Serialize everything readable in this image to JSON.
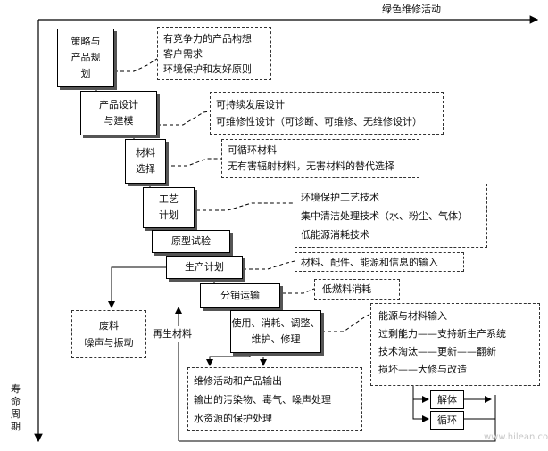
{
  "axes": {
    "top_label": "绿色维修活动",
    "left_label": "寿命周期"
  },
  "stages": [
    {
      "line1": "策略与",
      "line2": "产品规",
      "line3": "划"
    },
    {
      "line1": "产品设计",
      "line2": "与建模"
    },
    {
      "line1": "材料",
      "line2": "选择"
    },
    {
      "line1": "工艺",
      "line2": "计划"
    },
    {
      "line1": "原型试验"
    },
    {
      "line1": "生产计划"
    },
    {
      "line1": "分销运输"
    },
    {
      "line1": "使用、消耗、调整、",
      "line2": "维护、修理"
    }
  ],
  "notes": {
    "strategy": [
      "有竞争力的产品构想",
      "客户需求",
      "环境保护和友好原则"
    ],
    "design": [
      "可持续发展设计",
      "可维修性设计（可诊断、可维修、无维修设计）"
    ],
    "material": [
      "可循环材料",
      "无有害辐射材料，无害材料的替代选择"
    ],
    "process": [
      "环境保护工艺技术",
      "集中清洁处理技术（水、粉尘、气体）",
      "低能源消耗技术"
    ],
    "production": [
      "材料、配件、能源和信息的输入"
    ],
    "distribution": [
      "低燃料消耗"
    ],
    "usage": [
      "能源与材料输入",
      "过剩能力——支持新生产系统",
      "技术淘汰——更新——翻新",
      "损坏——大修与改造"
    ],
    "maintenance": [
      "维修活动和产品输出",
      "输出的污染物、毒气、噪声处理",
      "水资源的保护处理"
    ]
  },
  "waste": {
    "line1": "废料",
    "line2": "噪声与振动"
  },
  "recycled_label": "再生材料",
  "end_boxes": {
    "disassembly": "解体",
    "recycle": "循环"
  },
  "watermark": "www.hilean.com"
}
